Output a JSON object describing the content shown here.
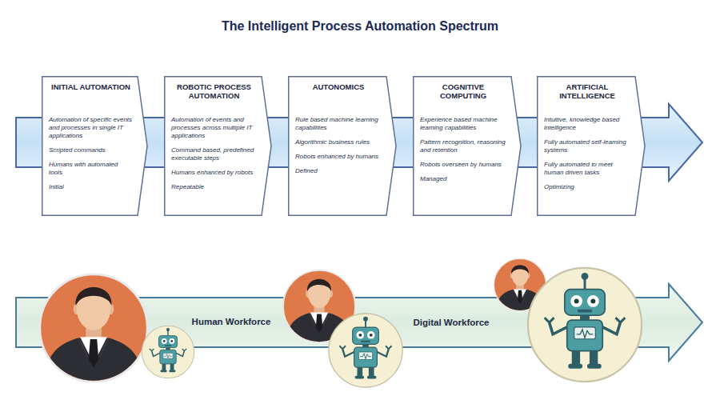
{
  "diagram": {
    "title": "The Intelligent Process Automation Spectrum",
    "nodes": [
      {
        "text": [
          "INITIAL AUTOMATION",
          "Automation of specific events and processes in single IT applications",
          "Scripted commands",
          "Humans with automated tools",
          "Initial"
        ]
      },
      {
        "text": [
          "ROBOTIC PROCESS AUTOMATION",
          "Automation of events and processes across multiple IT applications",
          "Command based, predefined executable steps",
          "Humans enhanced by robots",
          "Repeatable"
        ]
      },
      {
        "text": [
          "AUTONOMICS",
          "Rule based machine learning capabilities",
          "Algorithmic business rules",
          "Robots enhanced by humans",
          "Defined"
        ]
      },
      {
        "text": [
          "COGNITIVE COMPUTING",
          "Experience based machine learning capabilities",
          "Pattern recognition, reasoning and retention",
          "Robots overseen by humans",
          "Managed"
        ]
      },
      {
        "text": [
          "ARTIFICIAL INTELLIGENCE",
          "Intuitive, knowledge based intelligence",
          "Fully automated self-learning systems",
          "Fully automated to meet human driven tasks",
          "Optimizing"
        ]
      }
    ],
    "labels": [
      "Human Workforce",
      "Digital Workforce"
    ]
  }
}
